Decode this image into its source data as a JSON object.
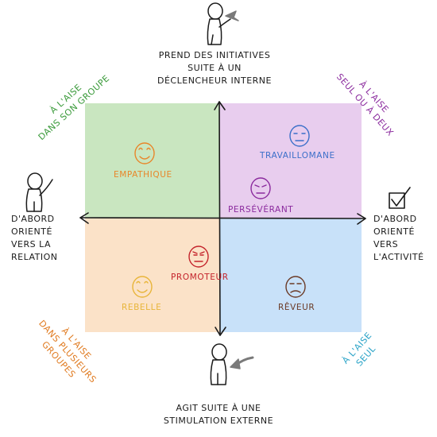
{
  "axes": {
    "top": [
      "Prend des initiatives",
      "suite à un",
      "déclencheur interne"
    ],
    "bottom": [
      "Agit suite à une",
      "stimulation externe"
    ],
    "left": [
      "D'abord",
      "orienté",
      "vers la",
      "relation"
    ],
    "right": [
      "D'abord",
      "orienté",
      "vers",
      "l'activité"
    ]
  },
  "corners": {
    "top_left": [
      "À l'aise",
      "dans son groupe"
    ],
    "top_right": [
      "À l'aise",
      "seul ou à deux"
    ],
    "bottom_left": [
      "À l'aise",
      "dans plusieurs",
      "groupes"
    ],
    "bottom_right": [
      "À l'aise",
      "seul"
    ]
  },
  "types": {
    "empathique": "Empathique",
    "travaillomane": "Travaillomane",
    "perseverant": "Persévérant",
    "promoteur": "Promoteur",
    "rebelle": "Rebelle",
    "reveur": "Rêveur"
  },
  "colors": {
    "quadrant_top_left": "#c9e6c0",
    "quadrant_top_right": "#e8cdee",
    "quadrant_bottom_left": "#fbe2c8",
    "quadrant_bottom_right": "#c8e1f9",
    "empathique": "#e8862a",
    "travaillomane": "#3b6fc9",
    "perseverant": "#8b2b9e",
    "promoteur": "#c4232b",
    "rebelle": "#e8b53a",
    "reveur": "#6b3a26",
    "corner_top_left": "#3a9a3a",
    "corner_top_right": "#8b2b9e",
    "corner_bottom_left": "#e07a1f",
    "corner_bottom_right": "#2aa3c7"
  },
  "icons": [
    "stick-figure-pointing-out-icon",
    "stick-figure-waving-icon",
    "checkbox-checked-icon",
    "stick-figure-pointed-at-icon"
  ]
}
